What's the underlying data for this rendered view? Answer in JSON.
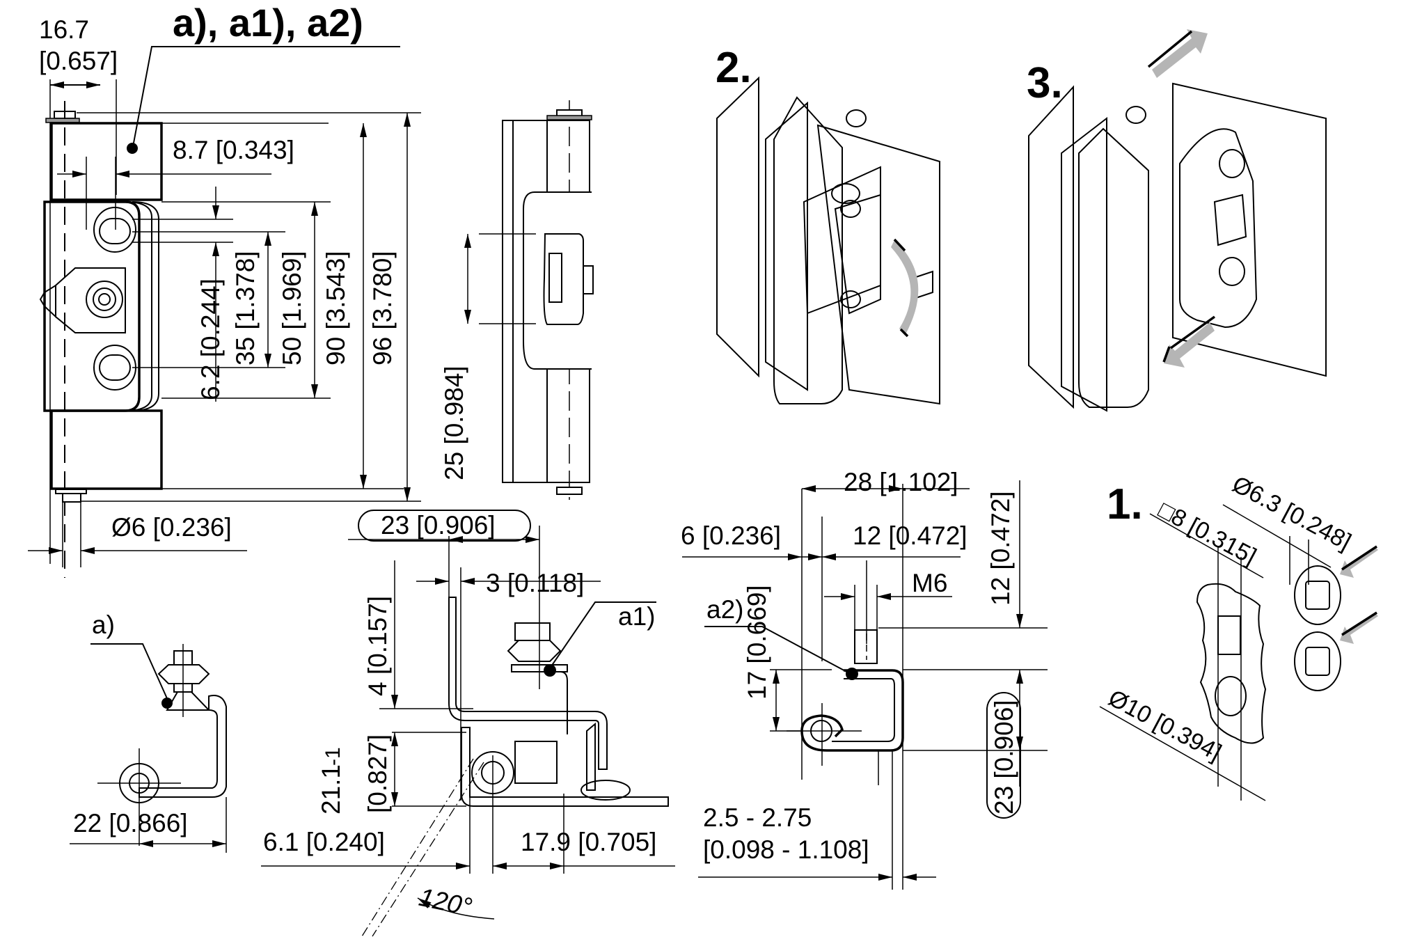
{
  "title": "a), a1), a2)",
  "front_view": {
    "dims": {
      "width_top": "16.7",
      "width_top_in": "[0.657]",
      "offset": "8.7 [0.343]",
      "slot": "6.2 [0.244]",
      "hole_pitch": "35 [1.378]",
      "plate_inner": "50 [1.969]",
      "plate_height": "90 [3.543]",
      "overall_height": "96 [3.780]",
      "pin_diameter": "Ø6 [0.236]"
    }
  },
  "side_view": {
    "dims": {
      "nut_span": "25 [0.984]"
    }
  },
  "steps": [
    {
      "label": "1.",
      "dims": [
        "□8 [0.315]",
        "Ø6.3 [0.248]",
        "Ø10 [0.394]"
      ]
    },
    {
      "label": "2."
    },
    {
      "label": "3."
    }
  ],
  "section_a": {
    "callout": "a)",
    "dims": {
      "reach": "22 [0.866]"
    }
  },
  "section_a1": {
    "callout": "a1)",
    "dims": {
      "leaf_width": "23 [0.906]",
      "thickness": "3 [0.118]",
      "lip": "4 [0.157]",
      "height_nominal": "21.1",
      "height_tol": "-1",
      "height_in": "[0.827]",
      "offset_left": "6.1 [0.240]",
      "offset_right": "17.9 [0.705]",
      "opening_angle": "120°"
    }
  },
  "section_a2": {
    "callout": "a2)",
    "dims": {
      "overall_width": "28 [1.102]",
      "edge_offset": "6 [0.236]",
      "bolt_offset": "12 [0.472]",
      "thread": "M6",
      "bolt_height": "12 [0.472]",
      "pin_to_bracket": "17 [0.669]",
      "bracket_height": "23 [0.906]",
      "sheet_range": "2.5 - 2.75",
      "sheet_range_in": "[0.098 - 1.108]"
    }
  }
}
